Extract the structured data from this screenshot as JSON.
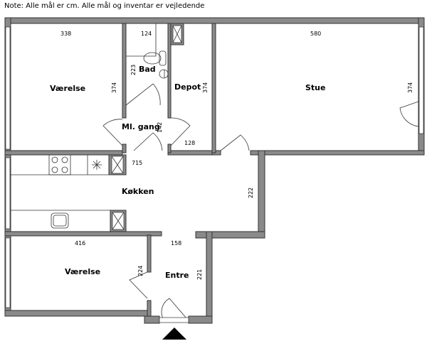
{
  "note": "Note: Alle mål er cm. Alle mål og inventar er vejledende",
  "rooms": {
    "vaerelse_top": "Værelse",
    "bad": "Bad",
    "depot": "Depot",
    "stue": "Stue",
    "gang": "Ml. gang",
    "kokken": "Køkken",
    "vaerelse_bottom": "Værelse",
    "entre": "Entre"
  },
  "dimensions": {
    "vaerelse_top_width": "338",
    "vaerelse_top_depth": "374",
    "bad_width": "124",
    "bad_depth": "223",
    "depot_depth": "374",
    "depot_width": "128",
    "stue_width": "580",
    "stue_depth": "374",
    "gang_depth": "142",
    "kokken_width": "715",
    "kokken_depth": "222",
    "vaerelse_bottom_width": "416",
    "vaerelse_bottom_depth": "224",
    "entre_width": "158",
    "entre_depth": "221"
  },
  "colors": {
    "wall": "#8a8a8a",
    "outline": "#333333"
  }
}
